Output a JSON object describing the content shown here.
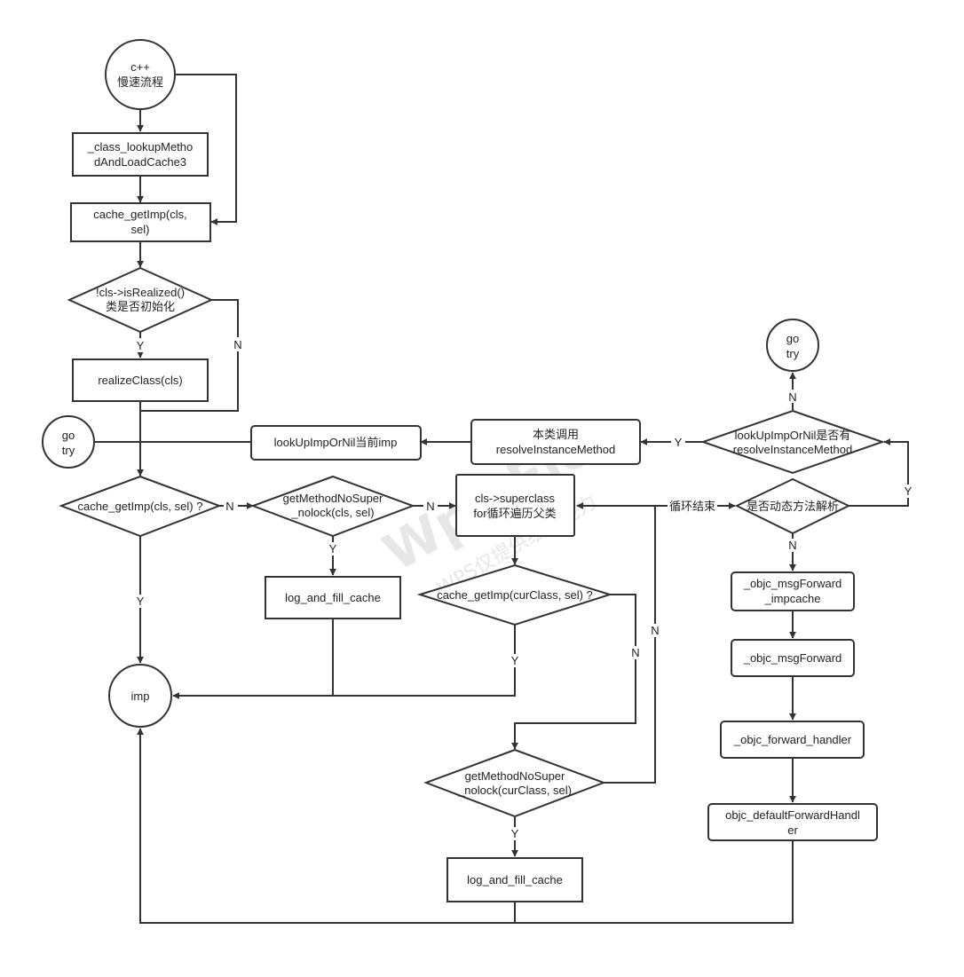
{
  "nodes": {
    "start_circle": [
      "c++",
      "慢速流程"
    ],
    "lookup_method_cache3": [
      "_class_lookupMetho",
      "dAndLoadCache3"
    ],
    "cache_getimp_top": [
      "cache_getImp(cls,",
      "sel)"
    ],
    "is_realized_decision": [
      "!cls->isRealized()",
      "类是否初始化"
    ],
    "realize_class": [
      "realizeClass(cls)"
    ],
    "go_try_left": [
      "go",
      "try"
    ],
    "lookup_imp_or_nil": [
      "lookUpImpOrNil当前imp"
    ],
    "resolve_instance_method": [
      "本类调用",
      "resolveInstanceMethod"
    ],
    "lookup_resolve_decision": [
      "lookUpImpOrNil是否有",
      "resolveInstanceMethod"
    ],
    "go_try_right": [
      "go",
      "try"
    ],
    "cache_getimp_decision": [
      "cache_getImp(cls, sel) ?"
    ],
    "get_method_nosuper_decision": [
      "getMethodNoSuper",
      "_nolock(cls, sel)"
    ],
    "superclass_loop": [
      "cls->superclass",
      "for循环遍历父类"
    ],
    "dynamic_resolve_decision": [
      "是否动态方法解析"
    ],
    "log_fill_cache_1": [
      "log_and_fill_cache"
    ],
    "cache_getimp_curclass": [
      "cache_getImp(curClass, sel) ?"
    ],
    "imp_circle": [
      "imp"
    ],
    "msg_forward_impcache": [
      "_objc_msgForward",
      "_impcache"
    ],
    "msg_forward": [
      "_objc_msgForward"
    ],
    "forward_handler": [
      "_objc_forward_handler"
    ],
    "default_forward_handler": [
      "objc_defaultForwardHandl",
      "er"
    ],
    "get_method_nosuper_curclass": [
      "getMethodNoSuper",
      "_nolock(curClass, sel)"
    ],
    "log_fill_cache_2": [
      "log_and_fill_cache"
    ]
  },
  "edge_labels": {
    "realized_yes": "Y",
    "realized_no": "N",
    "resolve_yes": "Y",
    "resolve_no": "N",
    "cache_no": "N",
    "nosuper_no": "N",
    "loop_end": "循环结束",
    "dynamic_yes": "Y",
    "dynamic_no": "N",
    "nosuper_yes": "Y",
    "cache_yes": "Y",
    "curclass_yes": "Y",
    "curclass_no": "N",
    "nosuper_cur_no": "N",
    "nosuper_cur_yes": "Y"
  },
  "watermark": {
    "main": "Wps Flo",
    "sub": "WPS仅提供绘图能力"
  },
  "colors": {
    "stroke": "#333333",
    "fill": "#ffffff",
    "text": "#222222",
    "watermark": "#bbbbbb"
  }
}
